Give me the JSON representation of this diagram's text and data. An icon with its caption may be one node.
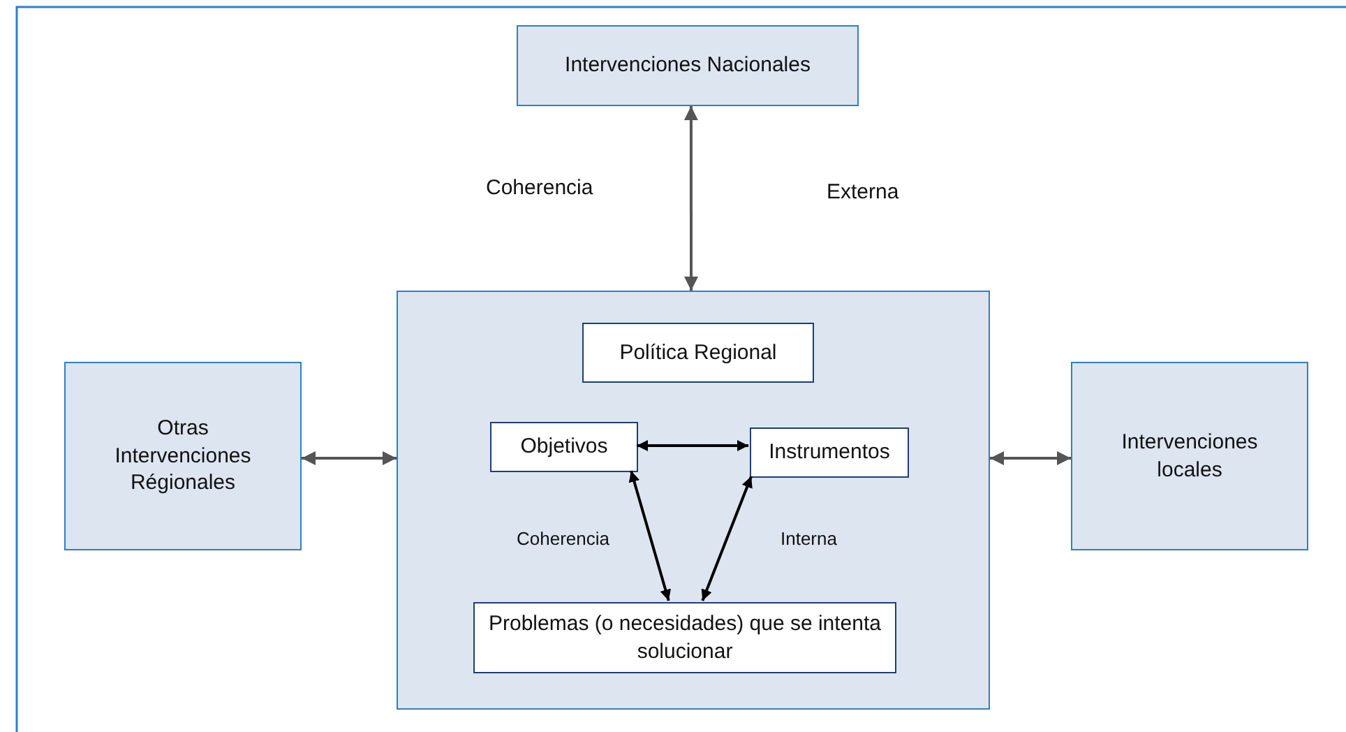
{
  "diagram": {
    "nodes": [
      {
        "text": [
          "Intervenciones Nacionales"
        ]
      },
      {
        "text": [],
        "shape": "box"
      },
      {
        "text": [
          "Política Regional"
        ],
        "in": 1
      },
      {
        "text": [
          "Objetivos"
        ],
        "in": 1
      },
      {
        "text": [
          "Instrumentos"
        ],
        "in": 1
      },
      {
        "text": [
          "Problemas (o necesidades) que se intenta solucionar"
        ],
        "in": 1
      },
      {
        "text": [
          "Otras Intervenciones Régionales"
        ]
      },
      {
        "text": [
          "Intervenciones locales"
        ]
      }
    ],
    "edges": [
      {
        "from": 0,
        "to": 1,
        "arrow": "both"
      },
      {
        "from": 6,
        "to": 1,
        "arrow": "both"
      },
      {
        "from": 1,
        "to": 7,
        "arrow": "both"
      },
      {
        "from": 3,
        "to": 4,
        "arrow": "both",
        "color": "#000000"
      },
      {
        "from": 3,
        "to": 5,
        "arrow": "both",
        "color": "#000000"
      },
      {
        "from": 4,
        "to": 5,
        "arrow": "both",
        "color": "#000000"
      }
    ],
    "labels": [
      "Coherencia",
      "Externa",
      "Coherencia",
      "Interna"
    ]
  }
}
